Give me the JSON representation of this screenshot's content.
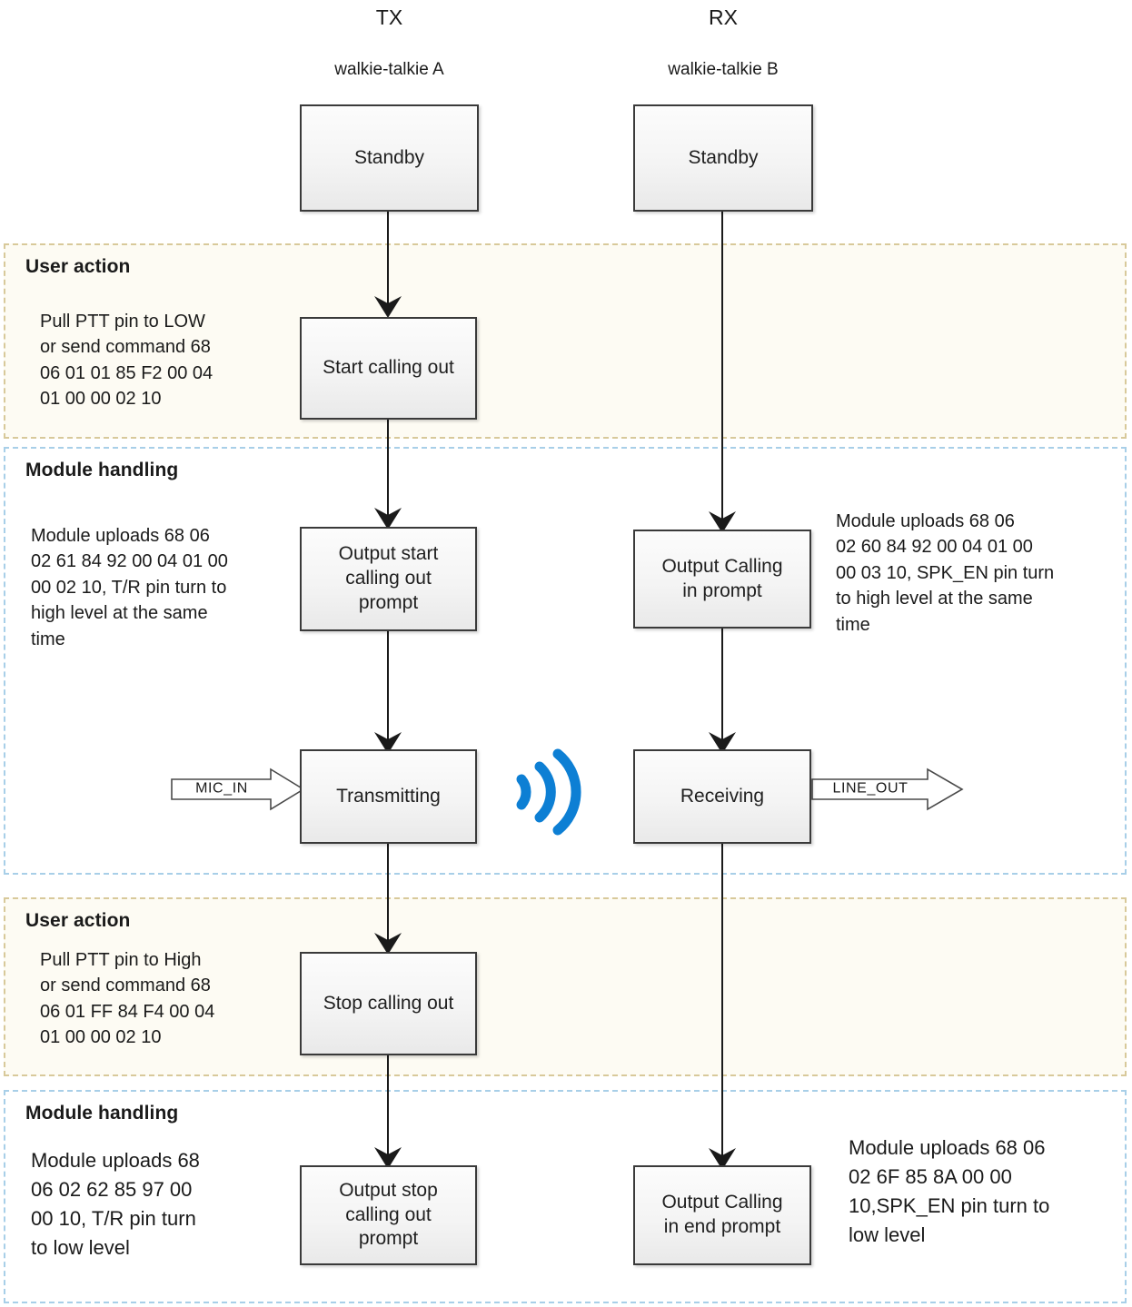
{
  "columns": {
    "tx": {
      "title": "TX",
      "subtitle": "walkie-talkie A"
    },
    "rx": {
      "title": "RX",
      "subtitle": "walkie-talkie B"
    }
  },
  "bands": [
    {
      "id": "user-action-1",
      "title": "User action",
      "kind": "user"
    },
    {
      "id": "module-handling-1",
      "title": "Module handling",
      "kind": "module"
    },
    {
      "id": "user-action-2",
      "title": "User action",
      "kind": "user"
    },
    {
      "id": "module-handling-2",
      "title": "Module handling",
      "kind": "module"
    }
  ],
  "nodes": {
    "tx_standby": "Standby",
    "rx_standby": "Standby",
    "tx_start_call": "Start calling out",
    "tx_output_start": "Output start\ncalling out\nprompt",
    "rx_output_calling_in": "Output Calling\nin  prompt",
    "tx_transmitting": "Transmitting",
    "rx_receiving": "Receiving",
    "tx_stop_call": "Stop calling out",
    "tx_output_stop": "Output stop\ncalling out\nprompt",
    "rx_output_calling_end": "Output Calling\nin end prompt"
  },
  "notes": {
    "user_action_1": "Pull PTT pin to LOW\nor send command 68\n06 01 01 85 F2 00 04\n01 00 00 02 10",
    "module_handling_1_left": "Module uploads 68 06\n02 61 84 92 00 04 01 00\n00 02 10, T/R pin turn to\nhigh level at the same\ntime",
    "module_handling_1_right": "Module uploads   68 06\n02 60 84 92 00 04 01 00\n00 03 10, SPK_EN pin turn\nto high level at the same\ntime",
    "user_action_2": "Pull PTT pin to High\nor send command 68\n06 01 FF 84 F4 00 04\n01 00 00 02 10",
    "module_handling_2_left": "Module uploads 68\n06  02  62  85  97  00\n00  10, T/R pin turn\nto low level",
    "module_handling_2_right": "Module uploads 68 06\n02   6F   85   8A   00   00\n10,SPK_EN pin turn to\nlow level"
  },
  "signals": {
    "mic_in": "MIC_IN",
    "line_out": "LINE_OUT"
  },
  "colors": {
    "user_band_bg": "#fdfbf3",
    "user_band_border": "#d8c99a",
    "module_band_bg": "#ffffff",
    "module_band_border": "#a8cfe8",
    "node_border": "#3a3a3a",
    "connector": "#1a1a1a",
    "wave_icon": "#0d7fd4"
  }
}
